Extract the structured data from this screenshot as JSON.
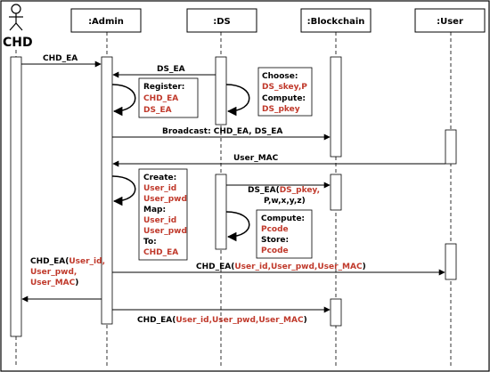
{
  "actor": {
    "name": "CHD"
  },
  "lifelines": [
    ":Admin",
    ":DS",
    ":Blockchain",
    ":User"
  ],
  "messages": {
    "m1": "CHD_EA",
    "m2": "DS_EA",
    "m3": "Broadcast: CHD_EA, DS_EA",
    "m4": "User_MAC",
    "m5_prefix": "DS_EA(",
    "m5_red1": "DS_pkey,",
    "m5_line2": "P,w,x,y,z)",
    "m6_prefix": "CHD_EA(",
    "m6_red": "User_id,User_pwd,User_MAC",
    "m6_suffix": ")",
    "m7_l1_prefix": "CHD_EA(",
    "m7_l1_red": "User_id,",
    "m7_l2_red": "User_pwd,",
    "m7_l3_red": "User_MAC",
    "m7_l3_suffix": ")",
    "m8_prefix": "CHD_EA(",
    "m8_red": "User_id,User_pwd,User_MAC",
    "m8_suffix": ")"
  },
  "notes": {
    "register": {
      "title": "Register:",
      "items": [
        "CHD_EA",
        "DS_EA"
      ]
    },
    "choose": {
      "title": "Choose:",
      "item": "DS_skey,P",
      "title2": "Compute:",
      "item2": "DS_pkey"
    },
    "create": {
      "title": "Create:",
      "items": [
        "User_id",
        "User_pwd"
      ],
      "title2": "Map:",
      "items2": [
        "User_id",
        "User_pwd"
      ],
      "title3": "To:",
      "item3": "CHD_EA"
    },
    "compute": {
      "title": "Compute:",
      "item": "Pcode",
      "title2": "Store:",
      "item2": "Pcode"
    }
  },
  "colors": {
    "highlight": "#c0392b",
    "line": "#000000",
    "activation": "#ffffff"
  }
}
